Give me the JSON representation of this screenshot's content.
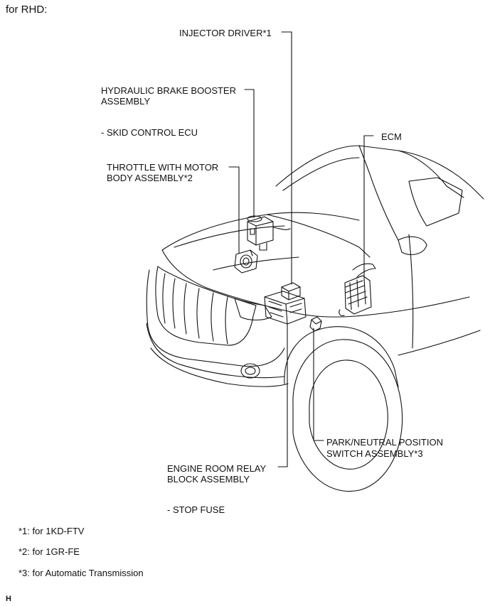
{
  "header": "for RHD:",
  "labels": {
    "injector_driver": "INJECTOR DRIVER*1",
    "brake_booster_1": "HYDRAULIC BRAKE BOOSTER",
    "brake_booster_2": "ASSEMBLY",
    "skid_control": "- SKID CONTROL ECU",
    "throttle_1": "THROTTLE WITH MOTOR",
    "throttle_2": "BODY ASSEMBLY*2",
    "ecm": "ECM",
    "park_neutral_1": "PARK/NEUTRAL POSITION",
    "park_neutral_2": "SWITCH ASSEMBLY*3",
    "relay_block_1": "ENGINE ROOM RELAY",
    "relay_block_2": "BLOCK ASSEMBLY",
    "stop_fuse": "- STOP FUSE"
  },
  "footnotes": [
    "*1: for 1KD-FTV",
    "*2: for 1GR-FE",
    "*3: for Automatic Transmission"
  ],
  "corner_mark": "H"
}
